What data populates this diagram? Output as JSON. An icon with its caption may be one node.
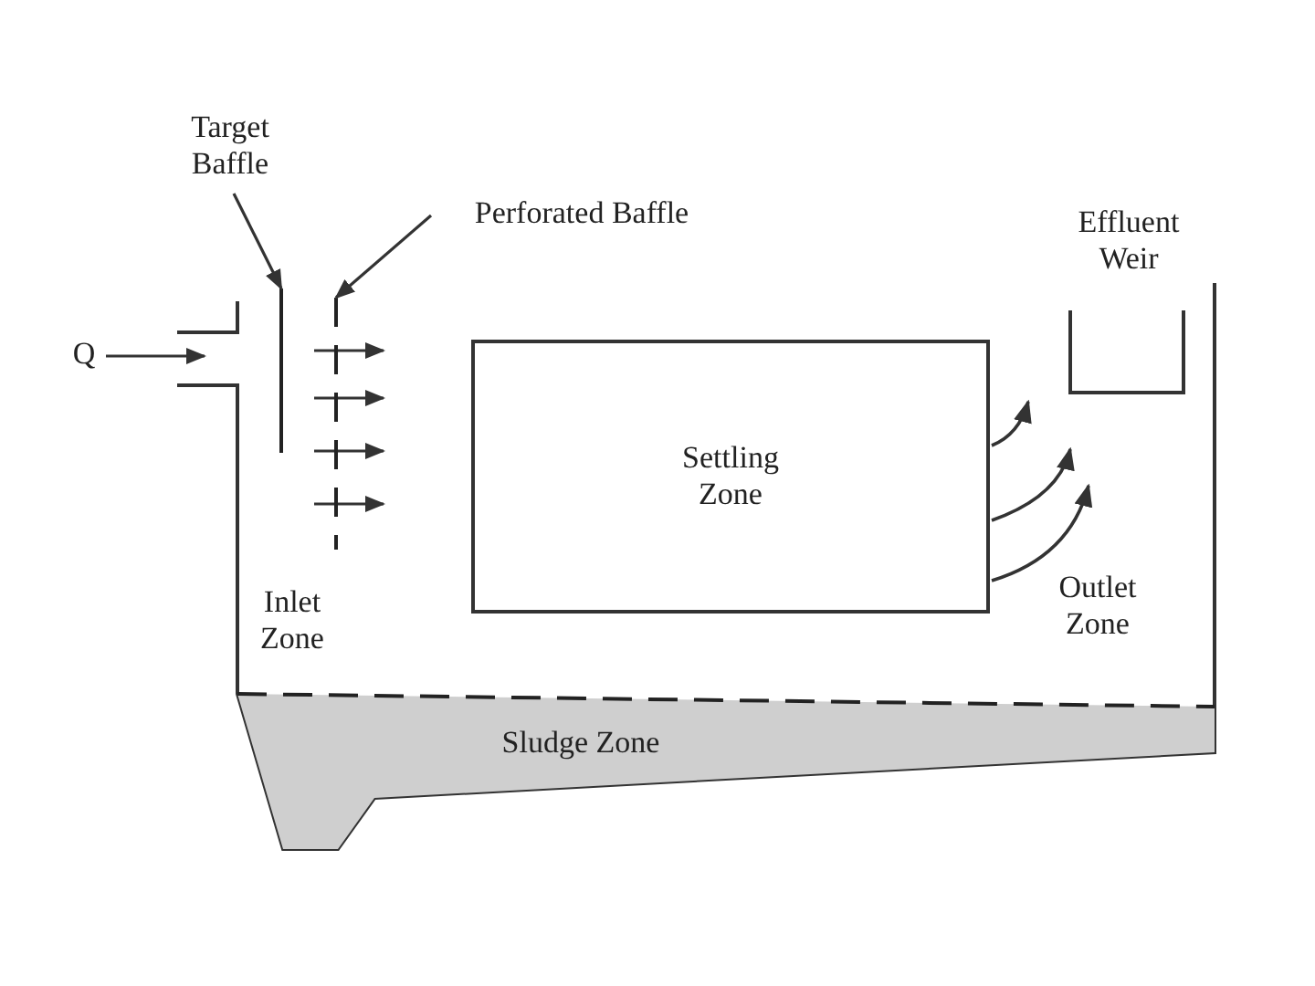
{
  "diagram": {
    "nodes": [
      {
        "text": [
          "Target Baffle"
        ]
      },
      {
        "text": [],
        "shape": "bar"
      },
      {
        "text": [
          "Perforated Baffle"
        ]
      },
      {
        "text": [],
        "shape": "bar"
      },
      {
        "text": [
          "Q"
        ]
      },
      {
        "text": [
          "Settling Zone"
        ]
      },
      {
        "text": [
          "Effluent Weir"
        ]
      },
      {
        "text": [
          "Sludge Zone"
        ]
      }
    ],
    "edges": [
      {
        "from": 0,
        "to": 1,
        "arrow": "to"
      },
      {
        "from": 2,
        "to": 3,
        "arrow": "to"
      },
      {
        "from": 4,
        "to": null,
        "arrow": "to"
      }
    ],
    "labels": [
      "Inlet Zone",
      "Outlet Zone"
    ]
  }
}
